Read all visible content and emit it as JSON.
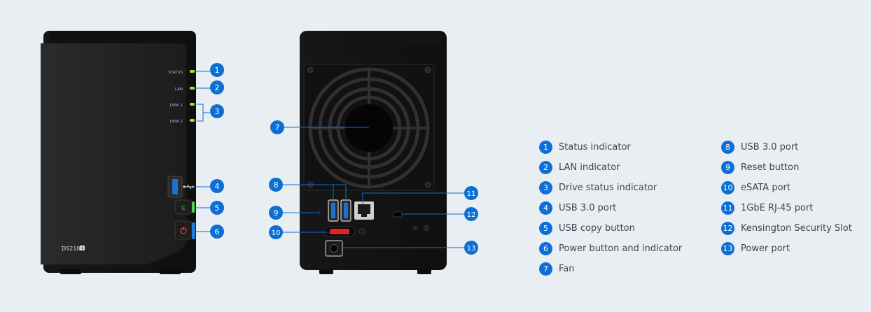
{
  "device": {
    "model_label": "DS218",
    "front_labels": {
      "status": "STATUS",
      "lan": "LAN",
      "disk1": "DISK 1",
      "disk2": "DISK 2"
    },
    "copy_button_glyph": "C",
    "power_icon": "power-icon",
    "usb_icon": "usb-icon"
  },
  "colors": {
    "badge": "#0b6fd6",
    "led": "#9be33a",
    "power_blue": "#1a7de0",
    "copy_green": "#4fd14a",
    "power_red": "#e23b3b"
  },
  "callouts": {
    "c1": "1",
    "c2": "2",
    "c3": "3",
    "c4": "4",
    "c5": "5",
    "c6": "6",
    "c7": "7",
    "c8": "8",
    "c9": "9",
    "c10": "10",
    "c11": "11",
    "c12": "12",
    "c13": "13"
  },
  "legend": {
    "left": [
      {
        "num": "1",
        "label": "Status indicator"
      },
      {
        "num": "2",
        "label": "LAN indicator"
      },
      {
        "num": "3",
        "label": "Drive status indicator"
      },
      {
        "num": "4",
        "label": "USB 3.0 port"
      },
      {
        "num": "5",
        "label": "USB copy button"
      },
      {
        "num": "6",
        "label": "Power button and indicator"
      },
      {
        "num": "7",
        "label": "Fan"
      }
    ],
    "right": [
      {
        "num": "8",
        "label": "USB 3.0 port"
      },
      {
        "num": "9",
        "label": "Reset button"
      },
      {
        "num": "10",
        "label": "eSATA port"
      },
      {
        "num": "11",
        "label": "1GbE RJ-45 port"
      },
      {
        "num": "12",
        "label": "Kensington Security Slot"
      },
      {
        "num": "13",
        "label": "Power port"
      }
    ]
  }
}
